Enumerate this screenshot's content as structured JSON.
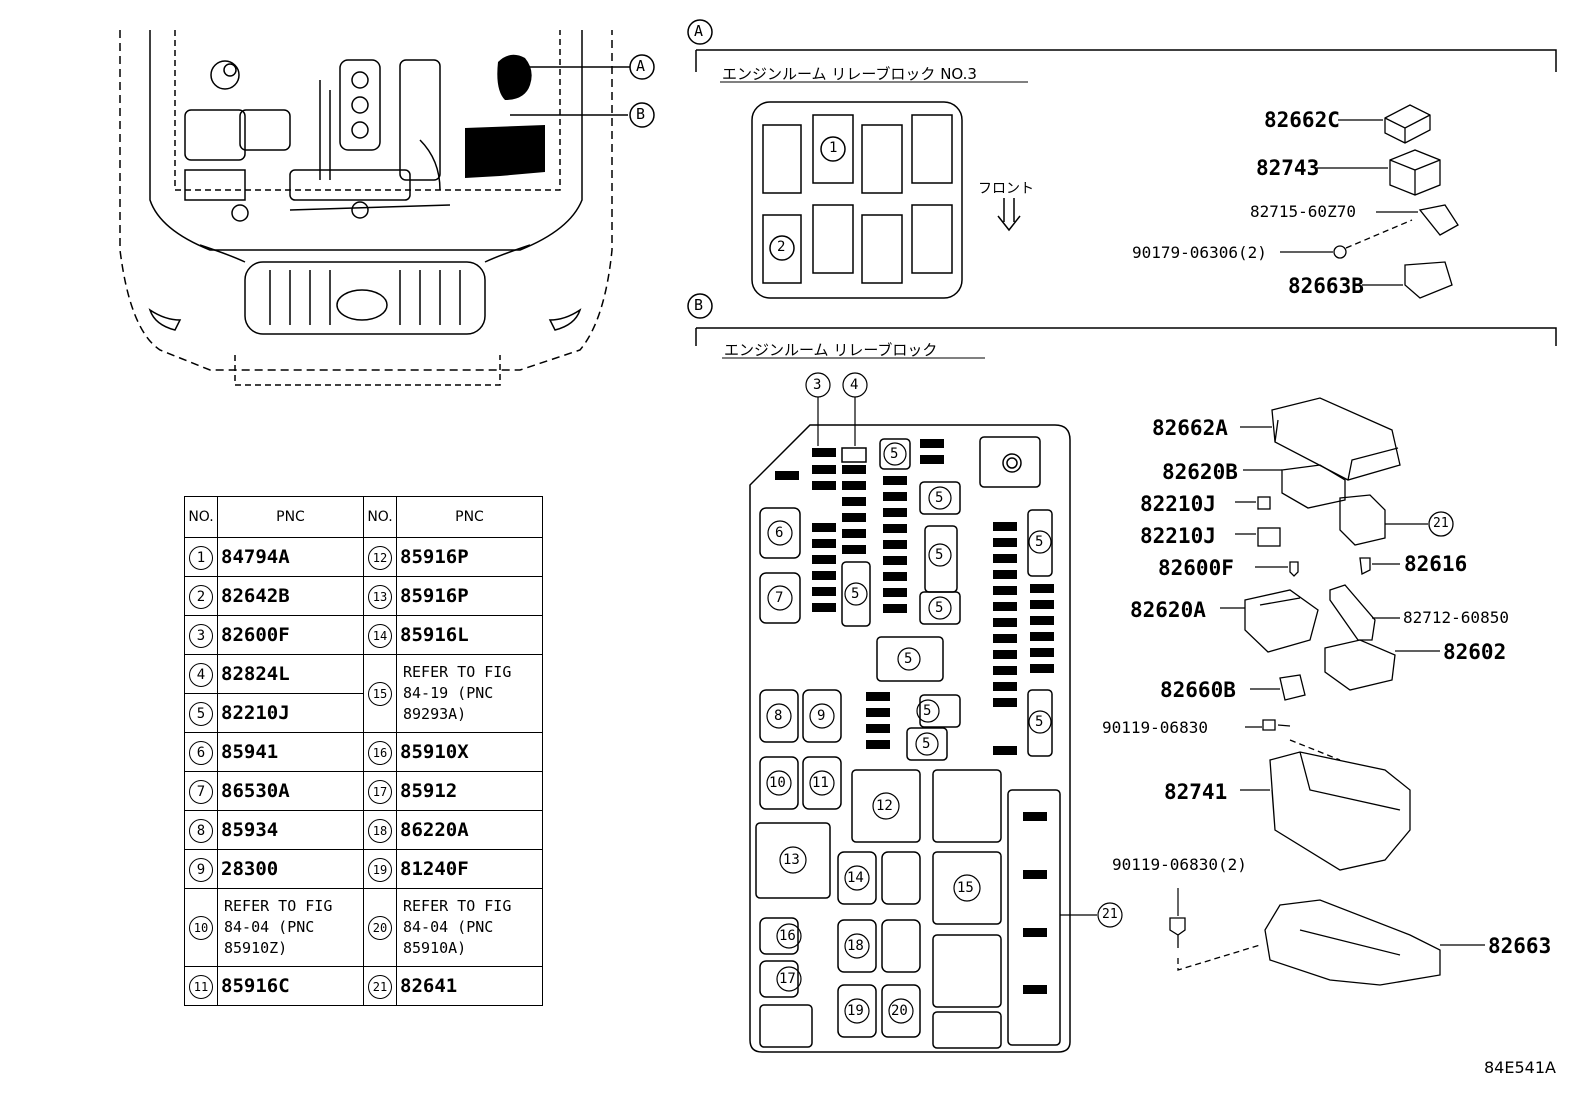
{
  "callouts": {
    "a": "A",
    "b": "B"
  },
  "section_a": {
    "title": "エンジンルーム リレーブロック NO.3",
    "front_label": "フロント",
    "slot_numbers": [
      "1",
      "2"
    ],
    "parts": [
      "82662C",
      "82743",
      "82715-60Z70",
      "90179-06306(2)",
      "82663B"
    ]
  },
  "section_b": {
    "title": "エンジンルーム リレーブロック",
    "parts": [
      "82662A",
      "82620B",
      "82210J",
      "82210J",
      "82600F",
      "82616",
      "82620A",
      "82712-60850",
      "82602",
      "82660B",
      "90119-06830",
      "82741",
      "90119-06830(2)",
      "82663"
    ],
    "callout_21": "21",
    "slots": [
      "3",
      "4",
      "5",
      "6",
      "7",
      "8",
      "9",
      "10",
      "11",
      "12",
      "13",
      "14",
      "15",
      "16",
      "17",
      "18",
      "19",
      "20",
      "21"
    ]
  },
  "table": {
    "headers": [
      "NO.",
      "PNC",
      "NO.",
      "PNC"
    ],
    "rows": [
      {
        "no": "1",
        "pnc": "84794A",
        "no2": "12",
        "pnc2": "85916P"
      },
      {
        "no": "2",
        "pnc": "82642B",
        "no2": "13",
        "pnc2": "85916P"
      },
      {
        "no": "3",
        "pnc": "82600F",
        "no2": "14",
        "pnc2": "85916L"
      },
      {
        "no": "4",
        "pnc": "82824L",
        "no2": "15",
        "pnc2": "REFER TO FIG 84-19 (PNC 89293A)"
      },
      {
        "no": "5",
        "pnc": "82210J"
      },
      {
        "no": "6",
        "pnc": "85941",
        "no2": "16",
        "pnc2": "85910X"
      },
      {
        "no": "7",
        "pnc": "86530A",
        "no2": "17",
        "pnc2": "85912"
      },
      {
        "no": "8",
        "pnc": "85934",
        "no2": "18",
        "pnc2": "86220A"
      },
      {
        "no": "9",
        "pnc": "28300",
        "no2": "19",
        "pnc2": "81240F"
      },
      {
        "no": "10",
        "pnc": "REFER TO FIG 84-04 (PNC 85910Z)",
        "no2": "20",
        "pnc2": "REFER TO FIG 84-04 (PNC 85910A)"
      },
      {
        "no": "11",
        "pnc": "85916C",
        "no2": "21",
        "pnc2": "82641"
      }
    ]
  },
  "figure_id": "84E541A"
}
